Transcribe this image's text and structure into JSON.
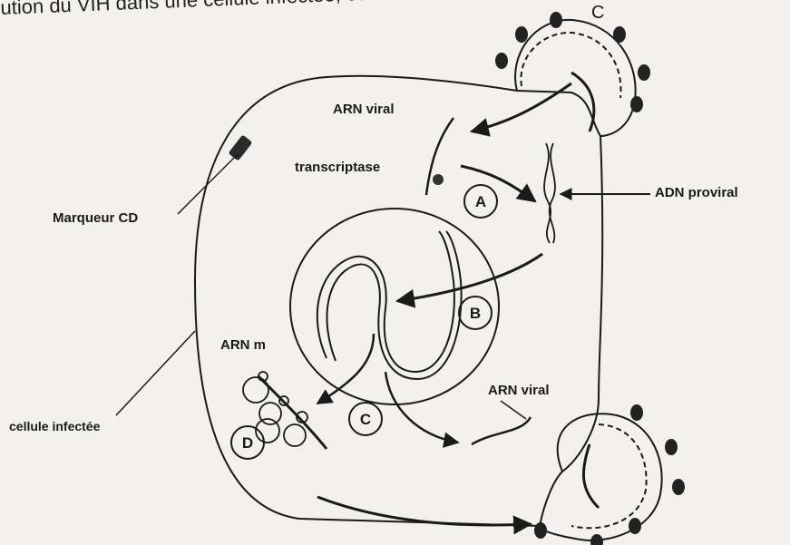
{
  "caption": "ution du VIH dans une cellule infectée, comme le montre le sch",
  "labels": {
    "arn_viral_top": "ARN viral",
    "transcriptase": "transcriptase",
    "adn_proviral": "ADN proviral",
    "marqueur_cd": "Marqueur CD",
    "arn_m": "ARN m",
    "arn_viral_bottom": "ARN viral",
    "cellule_infectee": "cellule infectée",
    "letter_c_top": "C"
  },
  "steps": [
    "A",
    "B",
    "C",
    "D"
  ]
}
